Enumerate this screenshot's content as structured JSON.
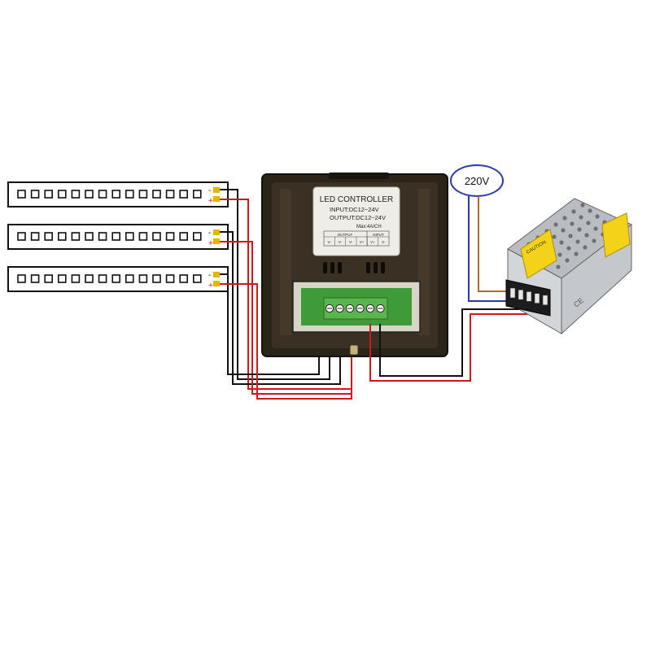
{
  "power_source": {
    "label": "220V"
  },
  "controller": {
    "title": "LED CONTROLLER",
    "input_spec": "INPUT:DC12~24V",
    "output_spec": "OUTPUT:DC12~24V",
    "max_current": "Max:4A/CH",
    "output_group_label": "OUTPUT",
    "input_group_label": "INPUT",
    "terminal_labels": [
      "V-",
      "V-",
      "V-",
      "V+",
      "V+",
      "V-"
    ]
  },
  "led_strips": [
    {
      "negative_label": "-",
      "positive_label": "+",
      "segment_count": 14
    },
    {
      "negative_label": "-",
      "positive_label": "+",
      "segment_count": 14
    },
    {
      "negative_label": "-",
      "positive_label": "+",
      "segment_count": 14
    }
  ],
  "power_supply": {
    "warning_label": "CAUTION"
  },
  "colors": {
    "wire_black": "#111111",
    "wire_red": "#d01818",
    "wire_blue": "#2a3aa8",
    "wire_brown": "#b06a2a",
    "controller_frame": "#2b2418",
    "controller_plate": "#efeee6",
    "terminal_block": "#3f9a3a",
    "psu_body": "#c9ccd0",
    "psu_label": "#f3d21a"
  }
}
